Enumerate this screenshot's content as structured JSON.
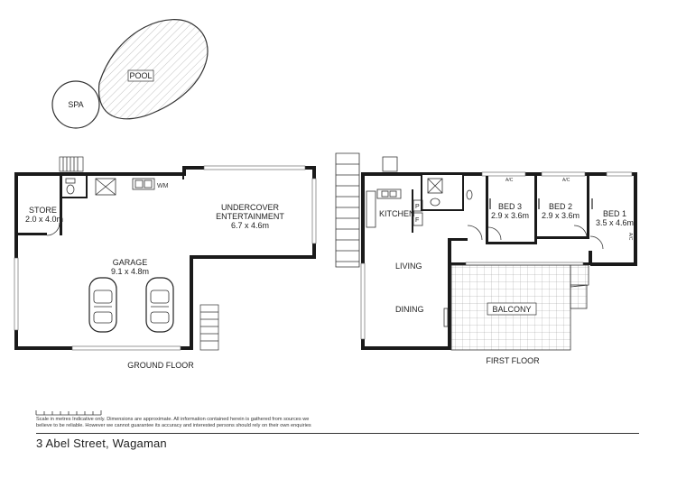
{
  "outdoor": {
    "pool": "POOL",
    "spa": "SPA"
  },
  "ground_floor": {
    "title": "GROUND FLOOR",
    "store": {
      "name": "STORE",
      "size": "2.0 x 4.0m"
    },
    "garage": {
      "name": "GARAGE",
      "size": "9.1 x 4.8m"
    },
    "undercover": {
      "name_line1": "UNDERCOVER",
      "name_line2": "ENTERTAINMENT",
      "size": "6.7 x 4.6m"
    },
    "wm": "WM"
  },
  "first_floor": {
    "title": "FIRST FLOOR",
    "kitchen": "KITCHEN",
    "pantry": "P",
    "fridge": "F",
    "living": "LIVING",
    "dining": "DINING",
    "balcony": "BALCONY",
    "bed3": {
      "name": "BED 3",
      "size": "2.9 x 3.6m"
    },
    "bed2": {
      "name": "BED 2",
      "size": "2.9 x 3.6m"
    },
    "bed1": {
      "name": "BED 1",
      "size": "3.5 x 4.6m"
    },
    "ac": "A/C"
  },
  "footer": {
    "disclaimer": "Scale in metres Indicative only. Dimensions are approximate. All information contained herein is gathered from sources we believe to be reliable. However we cannot guarantee its accuracy and interested persons should rely on their own enquiries",
    "address": "3 Abel Street, Wagaman"
  }
}
